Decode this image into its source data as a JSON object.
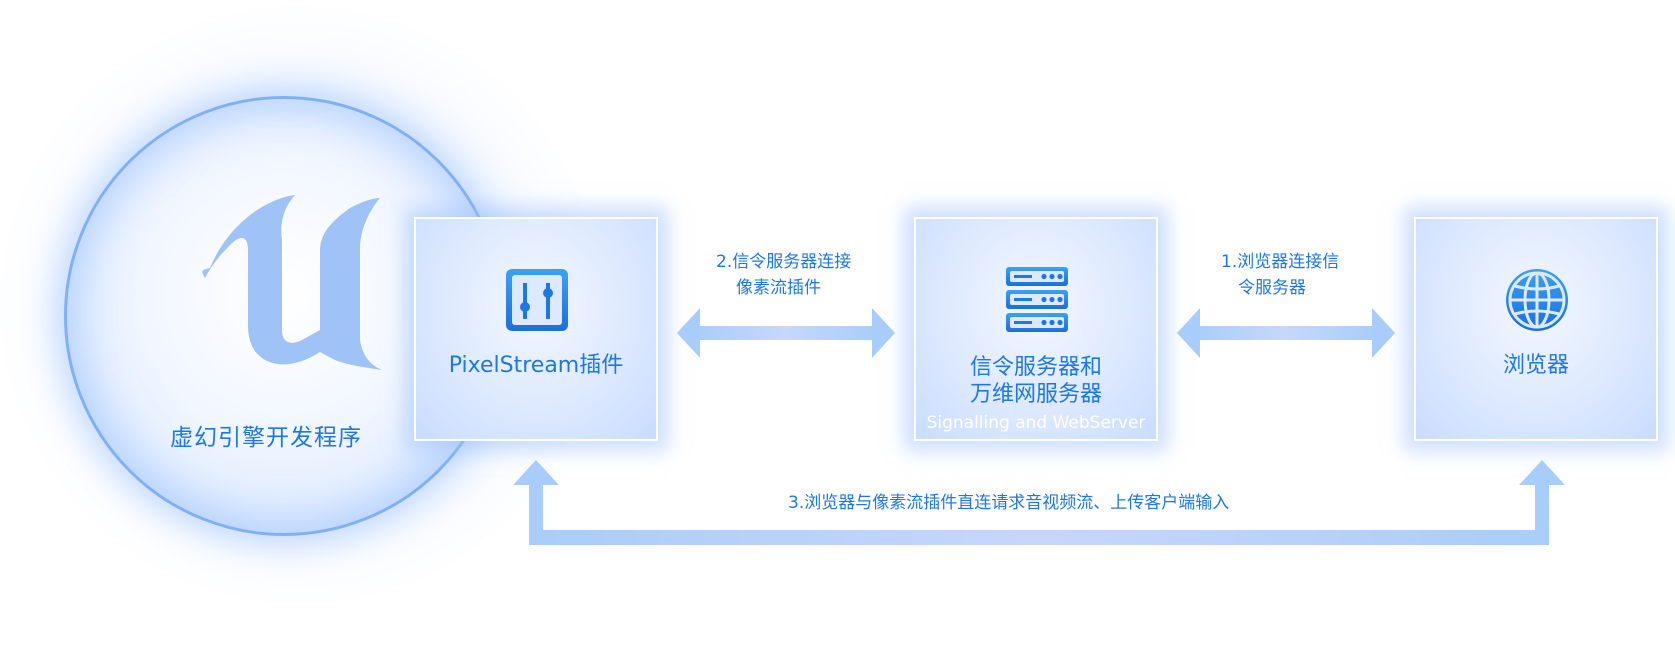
{
  "engine": {
    "label": "虚幻引擎开发程序",
    "logo_icon": "unreal-engine-logo"
  },
  "nodes": {
    "pixel_stream": {
      "label": "PixelStream插件",
      "icon": "sliders-icon"
    },
    "signalling": {
      "label_line1": "信令服务器和",
      "label_line2": "万维网服务器",
      "sublabel": "Signalling and WebServer",
      "icon": "server-icon"
    },
    "browser": {
      "label": "浏览器",
      "icon": "globe-icon"
    }
  },
  "connections": {
    "step2_line1": "2.信令服务器连接",
    "step2_line2": "像素流插件",
    "step1_line1": "1.浏览器连接信",
    "step1_line2": "令服务器",
    "step3": "3.浏览器与像素流插件直连请求音视频流、上传客户端输入"
  },
  "colors": {
    "accent": "#1d78e6",
    "arrow": "#a9cdfb",
    "circle_border": "#7fb0f7",
    "logo": "#9fc2f7"
  }
}
